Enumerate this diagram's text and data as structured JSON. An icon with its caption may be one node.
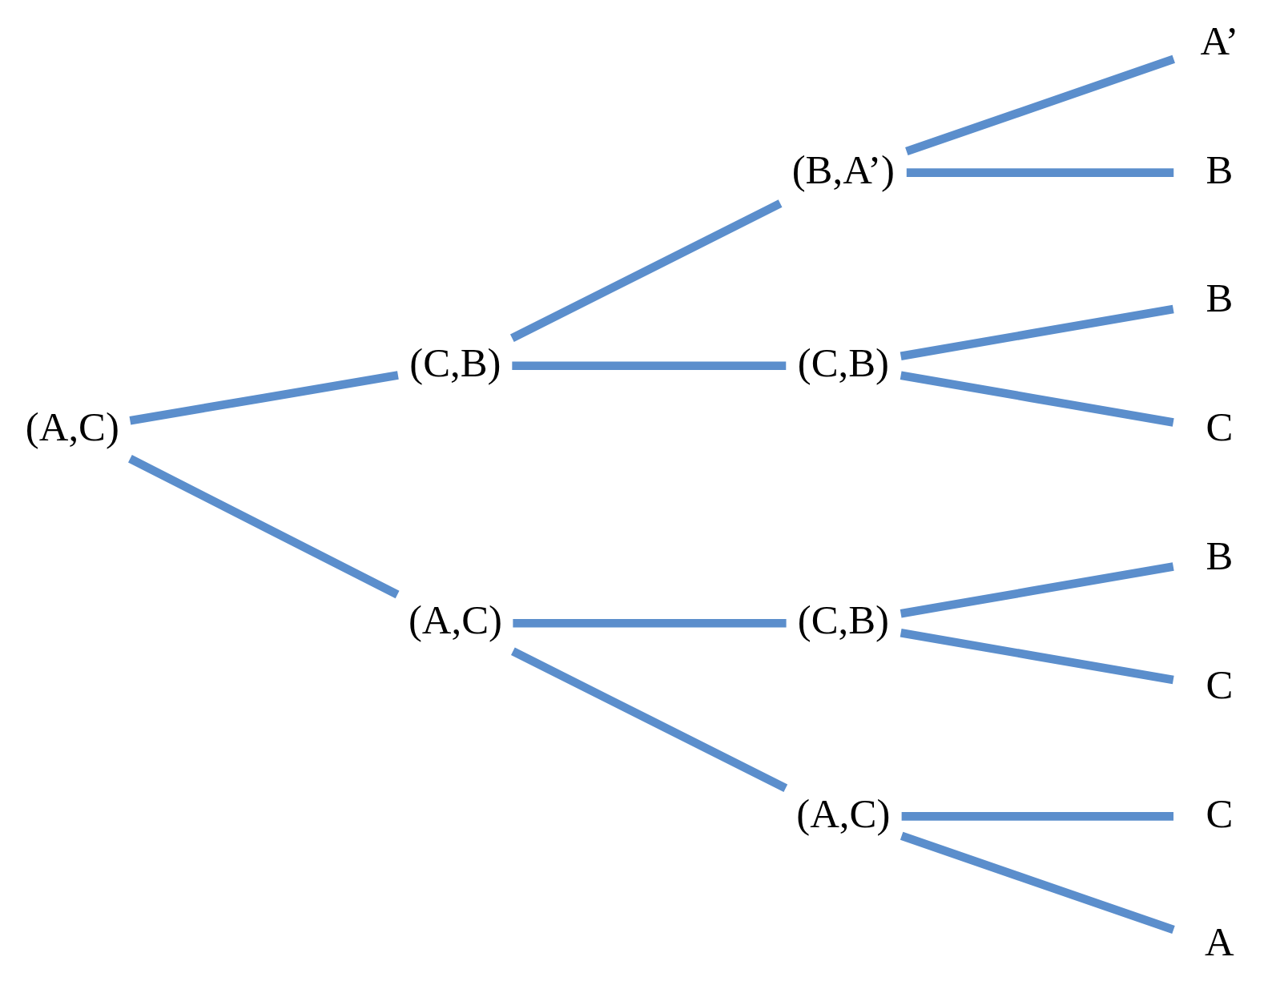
{
  "diagram": {
    "nodes": [
      {
        "text": [
          "(A,C)"
        ]
      },
      {
        "text": [
          "(C,B)"
        ]
      },
      {
        "text": [
          "(B,A’)"
        ]
      },
      {
        "text": [
          "A’"
        ]
      },
      {
        "text": [
          "B"
        ]
      },
      {
        "text": [
          "(C,B)"
        ]
      },
      {
        "text": [
          "B"
        ]
      },
      {
        "text": [
          "C"
        ]
      },
      {
        "text": [
          "(A,C)"
        ]
      },
      {
        "text": [
          "(C,B)"
        ]
      },
      {
        "text": [
          "B"
        ]
      },
      {
        "text": [
          "C"
        ]
      },
      {
        "text": [
          "(A,C)"
        ]
      },
      {
        "text": [
          "C"
        ]
      },
      {
        "text": [
          "A"
        ]
      }
    ],
    "edges": [
      {
        "from": 0,
        "to": 1,
        "arrow": "none"
      },
      {
        "from": 0,
        "to": 8,
        "arrow": "none"
      },
      {
        "from": 1,
        "to": 2,
        "arrow": "none"
      },
      {
        "from": 1,
        "to": 5,
        "arrow": "none"
      },
      {
        "from": 2,
        "to": 3,
        "arrow": "none"
      },
      {
        "from": 2,
        "to": 4,
        "arrow": "none"
      },
      {
        "from": 5,
        "to": 6,
        "arrow": "none"
      },
      {
        "from": 5,
        "to": 7,
        "arrow": "none"
      },
      {
        "from": 8,
        "to": 9,
        "arrow": "none"
      },
      {
        "from": 8,
        "to": 12,
        "arrow": "none"
      },
      {
        "from": 9,
        "to": 10,
        "arrow": "none"
      },
      {
        "from": 9,
        "to": 11,
        "arrow": "none"
      },
      {
        "from": 12,
        "to": 13,
        "arrow": "none"
      },
      {
        "from": 12,
        "to": 14,
        "arrow": "none"
      }
    ]
  }
}
